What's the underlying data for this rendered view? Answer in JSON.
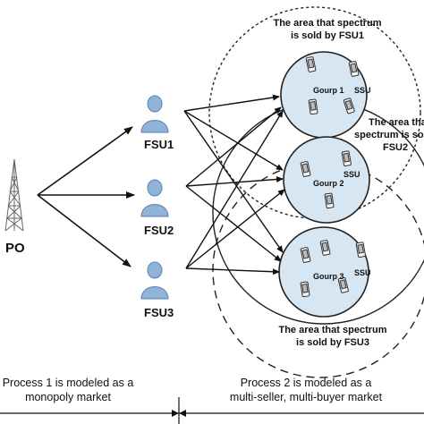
{
  "po": {
    "label": "PO",
    "icon": "transmission-tower-icon"
  },
  "fsus": [
    {
      "label": "FSU1",
      "icon": "user-icon"
    },
    {
      "label": "FSU2",
      "icon": "user-icon"
    },
    {
      "label": "FSU3",
      "icon": "user-icon"
    }
  ],
  "groups": [
    {
      "label": "Gourp 1",
      "ssu_label": "SSU",
      "device_icon": "phone-icon"
    },
    {
      "label": "Gourp 2",
      "ssu_label": "SSU",
      "device_icon": "phone-icon"
    },
    {
      "label": "Gourp 3",
      "ssu_label": "SSU",
      "device_icon": "phone-icon"
    }
  ],
  "areas": {
    "fsu1": [
      "The area that spectrum",
      "is sold by FSU1"
    ],
    "fsu2": [
      "The area that",
      "spectrum is sold by",
      "FSU2"
    ],
    "fsu3": [
      "The area that spectrum",
      "is sold by FSU3"
    ]
  },
  "processes": {
    "process1": [
      "Process 1 is modeled as a",
      "monopoly market"
    ],
    "process2": [
      "Process 2 is modeled as a",
      "multi-seller, multi-buyer market"
    ]
  },
  "colors": {
    "cell_fill": "#d7e6f3",
    "person_fill": "#8fb3d9",
    "person_stroke": "#5a82b0",
    "line": "#111111"
  }
}
